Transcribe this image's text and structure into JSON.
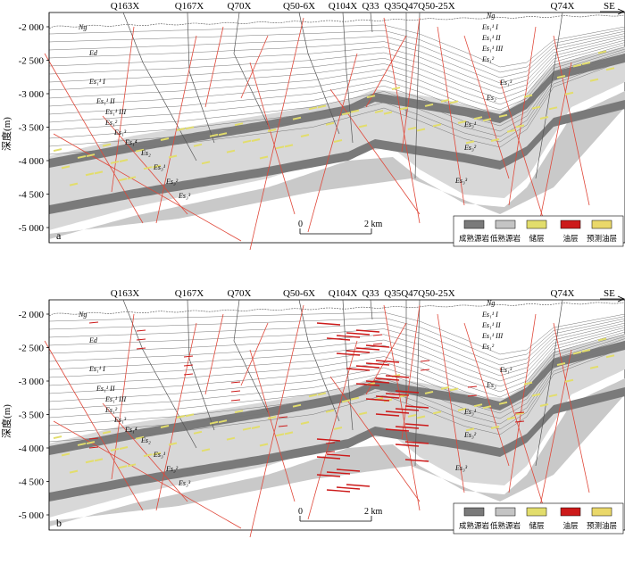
{
  "panels": [
    {
      "tag": "a",
      "wells": [
        "Q163X",
        "Q167X",
        "Q70X",
        "Q50-6X",
        "Q104X",
        "Q33",
        "Q35Q47Q50-25X",
        "Q74X"
      ],
      "direction": "SE",
      "depth_ticks": [
        "-2 000",
        "-2 500",
        "-3 000",
        "-3 500",
        "-4 000",
        "-4 500",
        "-5 000"
      ],
      "axis_label": "深度(m)",
      "formation_labels": [
        "Ng",
        "Ed",
        "Es₁¹ I",
        "Es₁¹ II",
        "Es₁¹ III",
        "Es₁²",
        "Es₁³",
        "Es₁⁴",
        "Es₂",
        "Es₃¹",
        "Es₃²",
        "Es₃³"
      ],
      "right_formation_labels": [
        "Ng",
        "Es₁¹ I",
        "Es₁¹ II",
        "Es₁¹ III",
        "Es₁²",
        "Es₁³",
        "Es₂",
        "Es₃¹",
        "Es₃²",
        "Es₃³"
      ],
      "scale": {
        "start": "0",
        "end": "2 km"
      },
      "legend": [
        "成熟源岩",
        "低熟源岩",
        "储层",
        "油层",
        "预测油层"
      ]
    },
    {
      "tag": "b",
      "wells": [
        "Q163X",
        "Q167X",
        "Q70X",
        "Q50-6X",
        "Q104X",
        "Q33",
        "Q35Q47Q50-25X",
        "Q74X"
      ],
      "direction": "SE",
      "depth_ticks": [
        "-2 000",
        "-2 500",
        "-3 000",
        "-3 500",
        "-4 000",
        "-4 500",
        "-5 000"
      ],
      "axis_label": "深度(m)",
      "formation_labels": [
        "Ng",
        "Ed",
        "Es₁¹ I",
        "Es₁¹ II",
        "Es₁¹ III",
        "Es₁²",
        "Es₁³",
        "Es₁⁴",
        "Es₂",
        "Es₃¹",
        "Es₃²",
        "Es₃³"
      ],
      "right_formation_labels": [
        "Ng",
        "Es₁¹ I",
        "Es₁¹ II",
        "Es₁¹ III",
        "Es₁²",
        "Es₁³",
        "Es₂",
        "Es₃¹",
        "Es₃²",
        "Es₃³"
      ],
      "scale": {
        "start": "0",
        "end": "2 km"
      },
      "legend": [
        "成熟源岩",
        "低熟源岩",
        "储层",
        "油层",
        "预测油层"
      ]
    }
  ],
  "colors": {
    "mature": "#7a7a7a",
    "low_mature": "#c4c4c4",
    "reservoir": "#e2dd6c",
    "oil": "#cc1a1a",
    "fault": "#e0483a",
    "predicted_oil": "#ead86a"
  }
}
